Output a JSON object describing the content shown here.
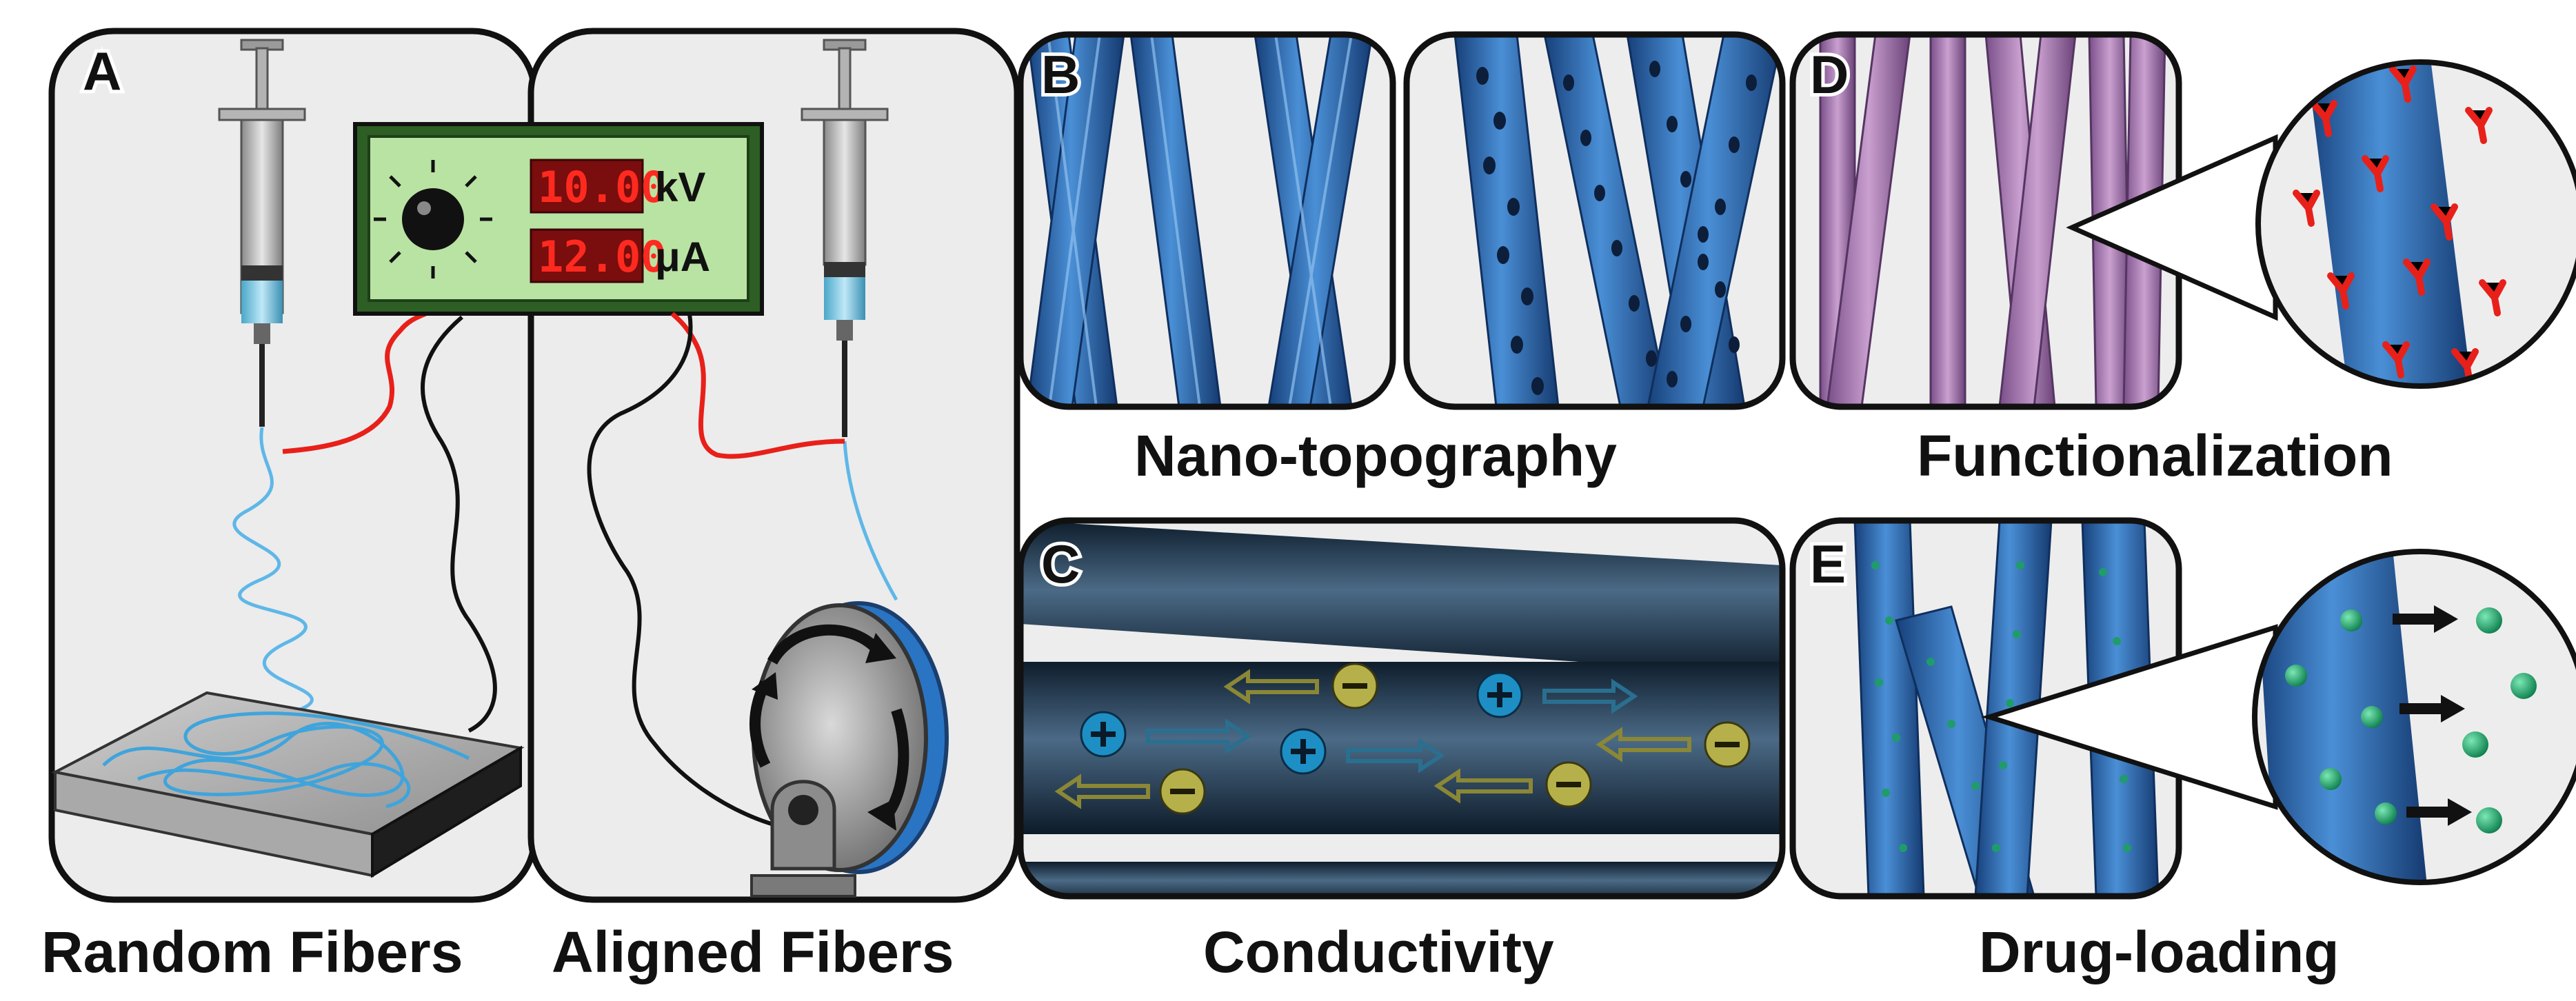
{
  "panels": {
    "a": {
      "letter": "A"
    },
    "b": {
      "letter": "B"
    },
    "c": {
      "letter": "C"
    },
    "d": {
      "letter": "D"
    },
    "e": {
      "letter": "E"
    }
  },
  "power_supply": {
    "voltage_value": "10.00",
    "voltage_unit": "kV",
    "current_value": "12.00",
    "current_unit": "μA"
  },
  "captions": {
    "random": "Random Fibers",
    "aligned": "Aligned Fibers",
    "nanotopography": "Nano-topography",
    "conductivity": "Conductivity",
    "functionalization": "Functionalization",
    "drug_loading": "Drug-loading"
  },
  "colors": {
    "fiber_blue": "#2a64b0",
    "fiber_purple": "#9b6aa6",
    "panel_bg": "#ececec",
    "supply_green": "#b9e3a3",
    "display_red": "#ff2a1f",
    "wire_red": "#e8201a",
    "jet_cyan": "#5fb7e8",
    "drug_green": "#1fa86a"
  },
  "icons": {
    "syringe": "syringe-icon",
    "knob": "knob-icon",
    "rotating_drum": "rotating-drum-icon",
    "positive_charge": "plus-charge-icon",
    "negative_charge": "minus-charge-icon",
    "antibody": "antibody-icon",
    "drug_particle": "drug-particle-icon"
  }
}
